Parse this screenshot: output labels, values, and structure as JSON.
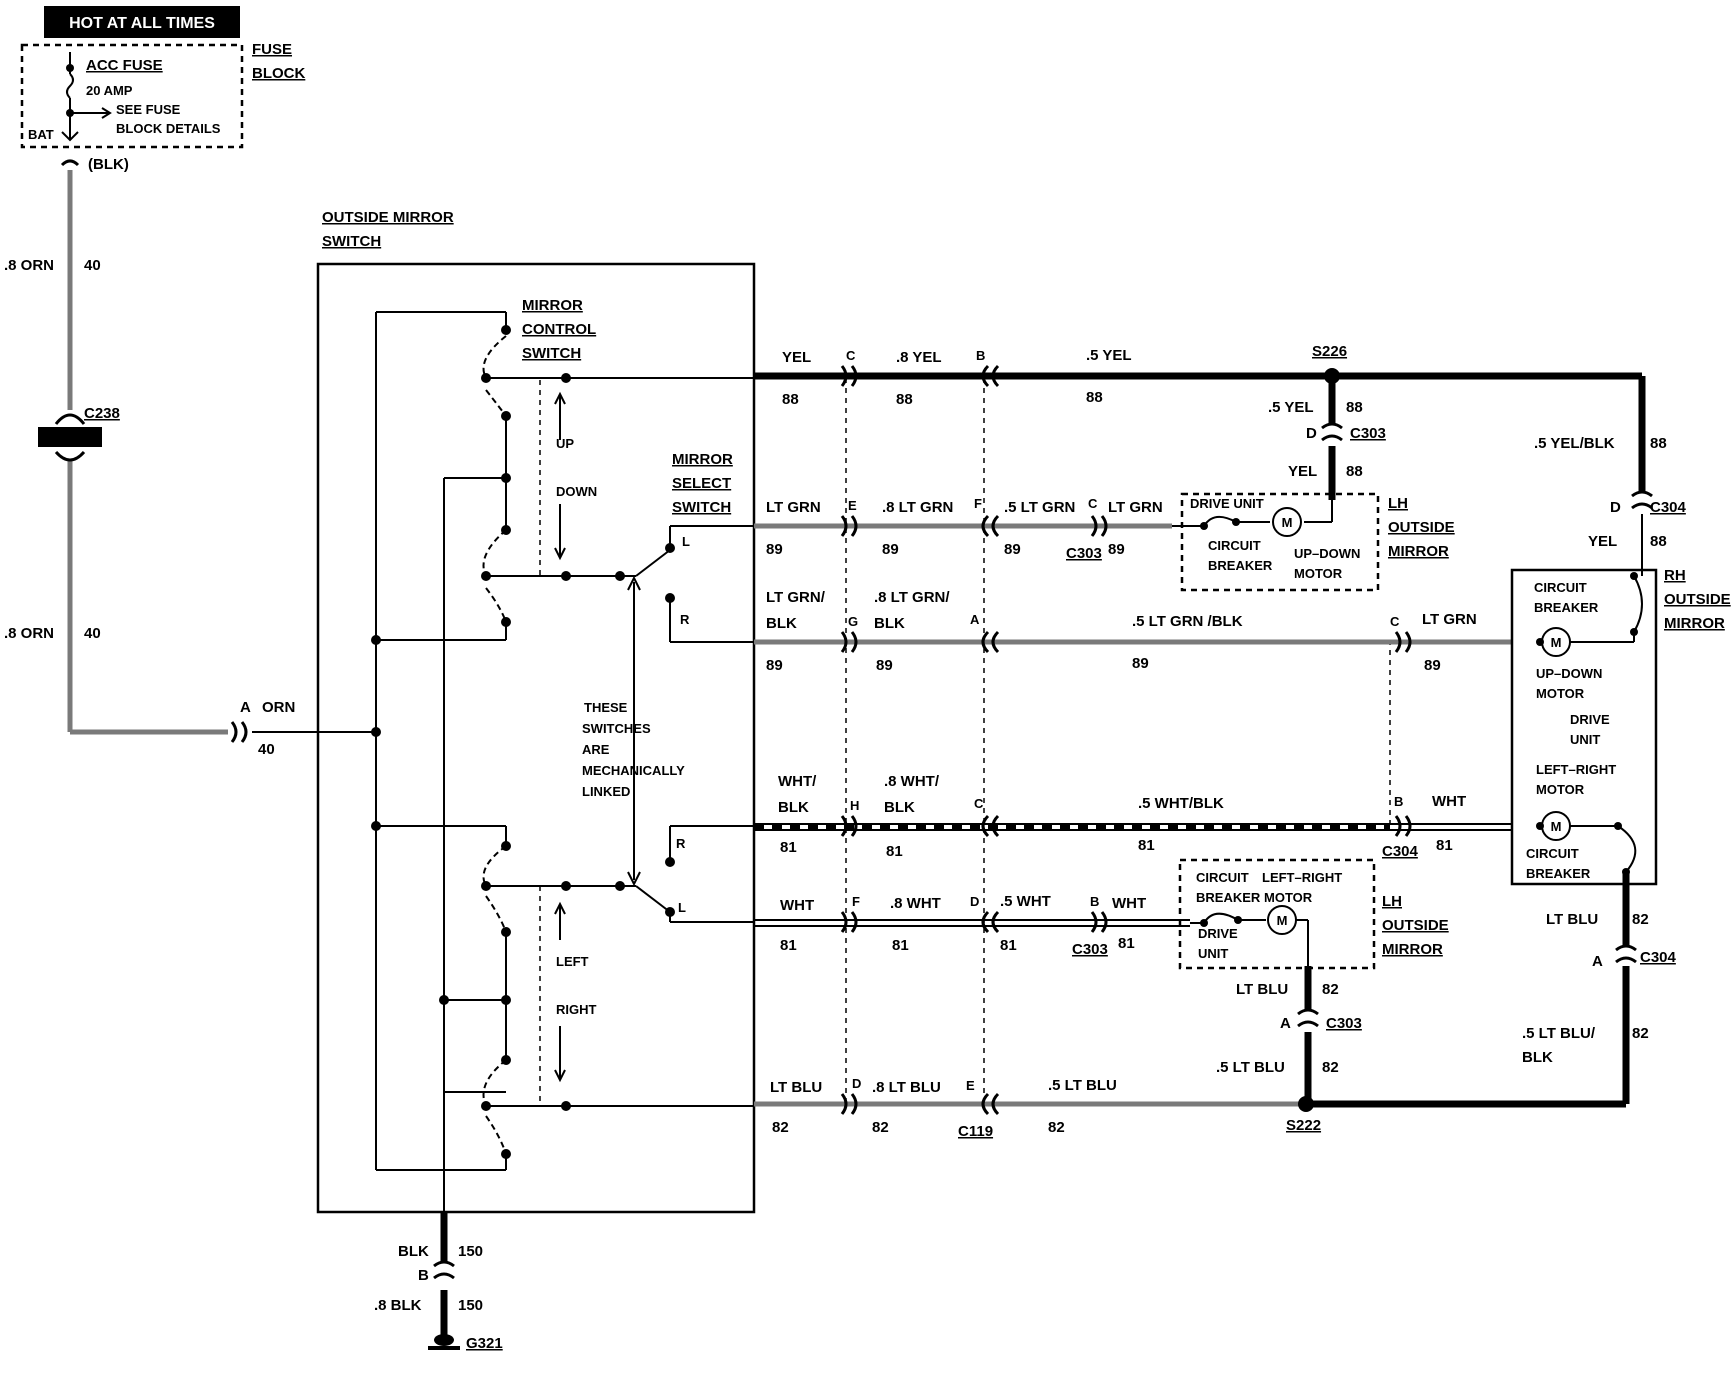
{
  "hot_banner": "HOT AT ALL TIMES",
  "fuse_block": {
    "title_line1": "FUSE",
    "title_line2": "BLOCK",
    "fuse_name": "ACC FUSE",
    "fuse_rating": "20 AMP",
    "see_line1": "SEE FUSE",
    "see_line2": "BLOCK DETAILS",
    "bat": "BAT",
    "connector_color": "(BLK)"
  },
  "feed": {
    "wire_top": ".8 ORN",
    "circuit_top": "40",
    "wire_bottom": ".8 ORN",
    "circuit_bottom": "40",
    "c238": "C238",
    "pin_a": "A",
    "orn": "ORN",
    "circuit_a": "40"
  },
  "switch_assy": {
    "title_line1": "OUTSIDE MIRROR",
    "title_line2": "SWITCH",
    "control_line1": "MIRROR",
    "control_line2": "CONTROL",
    "control_line3": "SWITCH",
    "select_line1": "MIRROR",
    "select_line2": "SELECT",
    "select_line3": "SWITCH",
    "up": "UP",
    "down": "DOWN",
    "left": "LEFT",
    "right": "RIGHT",
    "pos_l": "L",
    "pos_r": "R",
    "linked_lines": [
      "THESE",
      "SWITCHES",
      "ARE",
      "MECHANICALLY",
      "LINKED"
    ]
  },
  "row_yel": {
    "wire1": "YEL",
    "pin_c": "C",
    "wire2": ".8 YEL",
    "pin_b": "B",
    "wire3": ".5 YEL",
    "circuit": "88",
    "splice": "S226"
  },
  "lh_yel": {
    "wire1": ".5 YEL",
    "circuit1": "88",
    "pin_d": "D",
    "conn": "C303",
    "wire2": "YEL",
    "circuit2": "88"
  },
  "row_ltgrn": {
    "wire1": "LT GRN",
    "pin_e": "E",
    "wire2": ".8 LT GRN",
    "pin_f": "F",
    "wire3": ".5 LT GRN",
    "pin_c": "C",
    "wire4": "LT GRN",
    "conn": "C303",
    "circuit": "89"
  },
  "lh_mirror_upper": {
    "drive_unit": "DRIVE UNIT",
    "cb_line1": "CIRCUIT",
    "cb_line2": "BREAKER",
    "motor_line1": "UP–DOWN",
    "motor_line2": "MOTOR",
    "motor_symbol": "M",
    "label_line1": "LH",
    "label_line2": "OUTSIDE",
    "label_line3": "MIRROR"
  },
  "row_ltgrnblk": {
    "wire1_line1": "LT GRN/",
    "wire1_line2": "BLK",
    "pin_g": "G",
    "wire2_line1": ".8 LT GRN/",
    "wire2_line2": "BLK",
    "pin_a": "A",
    "wire3": ".5 LT GRN /BLK",
    "pin_c": "C",
    "wire4": "LT GRN",
    "circuit": "89"
  },
  "rh_feed": {
    "wire1": ".5 YEL/BLK",
    "circuit1": "88",
    "pin_d": "D",
    "conn": "C304",
    "wire2": "YEL",
    "circuit2": "88"
  },
  "rh_mirror": {
    "label_line1": "RH",
    "label_line2": "OUTSIDE",
    "label_line3": "MIRROR",
    "cb_line1": "CIRCUIT",
    "cb_line2": "BREAKER",
    "ud_line1": "UP–DOWN",
    "ud_line2": "MOTOR",
    "du_line1": "DRIVE",
    "du_line2": "UNIT",
    "lr_line1": "LEFT–RIGHT",
    "lr_line2": "MOTOR",
    "cb2_line1": "CIRCUIT",
    "cb2_line2": "BREAKER",
    "motor_symbol": "M"
  },
  "row_whtblk": {
    "wire1_line1": "WHT/",
    "wire1_line2": "BLK",
    "pin_h": "H",
    "wire2_line1": ".8 WHT/",
    "wire2_line2": "BLK",
    "pin_c": "C",
    "wire3": ".5 WHT/BLK",
    "pin_b": "B",
    "wire4": "WHT",
    "conn": "C304",
    "circuit": "81"
  },
  "row_wht": {
    "wire1": "WHT",
    "pin_f": "F",
    "wire2": ".8 WHT",
    "pin_d": "D",
    "wire3": ".5 WHT",
    "pin_b": "B",
    "wire4": "WHT",
    "conn": "C303",
    "circuit": "81"
  },
  "lh_mirror_lower": {
    "cb_line1": "CIRCUIT",
    "cb_line2": "BREAKER",
    "lr_line1": "LEFT–RIGHT",
    "lr_line2": "MOTOR",
    "du_line1": "DRIVE",
    "du_line2": "UNIT",
    "motor_symbol": "M",
    "label_line1": "LH",
    "label_line2": "OUTSIDE",
    "label_line3": "MIRROR"
  },
  "lh_blu": {
    "wire1": "LT BLU",
    "circuit1": "82",
    "pin_a": "A",
    "conn": "C303",
    "wire2": ".5 LT BLU",
    "circuit2": "82"
  },
  "rh_blu": {
    "wire1": "LT BLU",
    "circuit1": "82",
    "pin_a": "A",
    "conn": "C304",
    "wire2_line1": ".5 LT BLU/",
    "wire2_line2": "BLK",
    "circuit2": "82"
  },
  "row_ltblu": {
    "wire1": "LT BLU",
    "pin_d": "D",
    "wire2": ".8 LT BLU",
    "pin_e": "E",
    "wire3": ".5 LT BLU",
    "circuit": "82",
    "conn": "C119",
    "splice": "S222"
  },
  "ground": {
    "wire1": "BLK",
    "circuit1": "150",
    "pin_b": "B",
    "wire2": ".8 BLK",
    "circuit2": "150",
    "ground": "G321"
  }
}
